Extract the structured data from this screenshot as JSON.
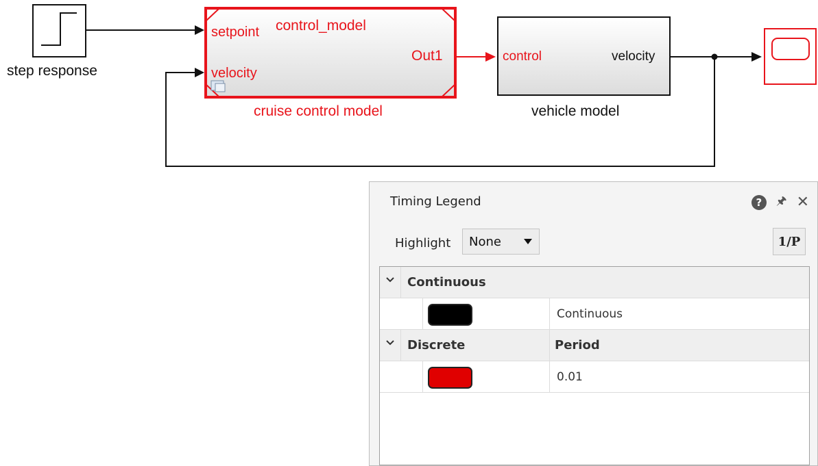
{
  "diagram": {
    "step_block_label": "step response",
    "controller": {
      "model_name": "control_model",
      "port_in_1": "setpoint",
      "port_in_2": "velocity",
      "port_out_1": "Out1",
      "caption": "cruise control model"
    },
    "vehicle": {
      "port_in_1": "control",
      "port_out_1": "velocity",
      "caption": "vehicle model"
    },
    "colors": {
      "discrete": "#e8141b",
      "continuous": "#111111"
    }
  },
  "timing_legend": {
    "title": "Timing Legend",
    "highlight_label": "Highlight",
    "highlight_value": "None",
    "period_button_label": "1/P",
    "groups": [
      {
        "name": "Continuous",
        "column_header": "",
        "items": [
          {
            "color": "#000000",
            "value": "Continuous"
          }
        ]
      },
      {
        "name": "Discrete",
        "column_header": "Period",
        "items": [
          {
            "color": "#e00000",
            "value": "0.01"
          }
        ]
      }
    ]
  }
}
